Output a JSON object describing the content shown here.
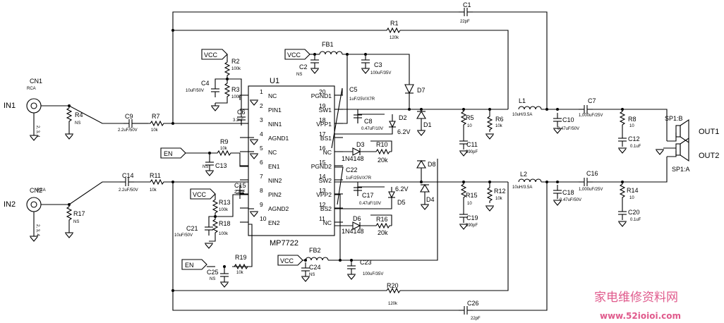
{
  "ic": {
    "ref": "U1",
    "part": "MP7722",
    "left_pins": [
      {
        "num": "1",
        "name": "NC"
      },
      {
        "num": "2",
        "name": "PIN1"
      },
      {
        "num": "3",
        "name": "NIN1"
      },
      {
        "num": "4",
        "name": "AGND1"
      },
      {
        "num": "5",
        "name": "NC"
      },
      {
        "num": "6",
        "name": "EN1"
      },
      {
        "num": "7",
        "name": "NIN2"
      },
      {
        "num": "8",
        "name": "PIN2"
      },
      {
        "num": "9",
        "name": "AGND2"
      },
      {
        "num": "10",
        "name": "EN2"
      }
    ],
    "right_pins": [
      {
        "num": "20",
        "name": "PGND1"
      },
      {
        "num": "19",
        "name": "SW1"
      },
      {
        "num": "18",
        "name": "VPP1"
      },
      {
        "num": "17",
        "name": "BS1"
      },
      {
        "num": "16",
        "name": "NC"
      },
      {
        "num": "15",
        "name": "PGND2"
      },
      {
        "num": "14",
        "name": "SW2"
      },
      {
        "num": "13",
        "name": "VPP2"
      },
      {
        "num": "12",
        "name": "BS2"
      },
      {
        "num": "11",
        "name": "NC"
      }
    ]
  },
  "connectors": {
    "cn1": {
      "ref": "CN1",
      "type": "RCA",
      "net": "IN1",
      "pins": "2, 3, 4"
    },
    "cn2": {
      "ref": "CN2",
      "type": "RCA",
      "net": "IN2",
      "pins": "2, 3, 4"
    },
    "sp": {
      "ref_b": "SP1:B",
      "ref_a": "SP1:A",
      "out1": "OUT1",
      "out2": "OUT2"
    }
  },
  "nets": {
    "vcc": "VCC",
    "en": "EN"
  },
  "parts": {
    "C1": {
      "ref": "C1",
      "value": "22pF"
    },
    "R1": {
      "ref": "R1",
      "value": "120k"
    },
    "R2": {
      "ref": "R2",
      "value": "100k"
    },
    "R3": {
      "ref": "R3",
      "value": "100k"
    },
    "C4": {
      "ref": "C4",
      "value": "10uF/50V"
    },
    "C6": {
      "ref": "C6",
      "value": "3.3nF"
    },
    "R4": {
      "ref": "R4",
      "value": "NS"
    },
    "C9": {
      "ref": "C9",
      "value": "2.2uF/50V"
    },
    "R7": {
      "ref": "R7",
      "value": "10k"
    },
    "R9": {
      "ref": "R9",
      "value": "10k"
    },
    "C13": {
      "ref": "C13",
      "value": "NS"
    },
    "FB1": {
      "ref": "FB1",
      "value": ""
    },
    "C2": {
      "ref": "C2",
      "value": "NS"
    },
    "C3": {
      "ref": "C3",
      "value": "100uF/35V"
    },
    "C5": {
      "ref": "C5",
      "value": "1uF/25V/X7R"
    },
    "D7": {
      "ref": "D7",
      "value": ""
    },
    "C8": {
      "ref": "C8",
      "value": "0.47uF/10V"
    },
    "D2": {
      "ref": "D2",
      "value": "6.2V"
    },
    "D1": {
      "ref": "D1",
      "value": ""
    },
    "D3": {
      "ref": "D3",
      "value": "1N4148"
    },
    "R10": {
      "ref": "R10",
      "value": "20k"
    },
    "C22": {
      "ref": "C22",
      "value": "1uF/25V/X7R"
    },
    "D8": {
      "ref": "D8",
      "value": ""
    },
    "C17": {
      "ref": "C17",
      "value": "0.47uF/10V"
    },
    "D5": {
      "ref": "D5",
      "value": "6.2V"
    },
    "D4": {
      "ref": "D4",
      "value": ""
    },
    "D6": {
      "ref": "D6",
      "value": "1N4148"
    },
    "R16": {
      "ref": "R16",
      "value": "20k"
    },
    "L1": {
      "ref": "L1",
      "value": "10uH/3.5A"
    },
    "L2": {
      "ref": "L2",
      "value": "10uH/3.5A"
    },
    "R5": {
      "ref": "R5",
      "value": "10"
    },
    "R6": {
      "ref": "R6",
      "value": "10k"
    },
    "C11": {
      "ref": "C11",
      "value": "390pF"
    },
    "C10": {
      "ref": "C10",
      "value": "0.47uF/50V"
    },
    "C7": {
      "ref": "C7",
      "value": "1,000uF/25V"
    },
    "R8": {
      "ref": "R8",
      "value": "10"
    },
    "C12": {
      "ref": "C12",
      "value": "0.1uF"
    },
    "C14": {
      "ref": "C14",
      "value": "2.2uF/50V"
    },
    "R11": {
      "ref": "R11",
      "value": "10k"
    },
    "R17": {
      "ref": "R17",
      "value": "NS"
    },
    "C15": {
      "ref": "C15",
      "value": "2.7nF"
    },
    "R13": {
      "ref": "R13",
      "value": "100k"
    },
    "R18": {
      "ref": "R18",
      "value": "100k"
    },
    "C21": {
      "ref": "C21",
      "value": "10uF/50V"
    },
    "R19": {
      "ref": "R19",
      "value": "10k"
    },
    "C25": {
      "ref": "C25",
      "value": "NS"
    },
    "FB2": {
      "ref": "FB2",
      "value": ""
    },
    "C24": {
      "ref": "C24",
      "value": "NS"
    },
    "C23": {
      "ref": "C23",
      "value": "100uF/35V"
    },
    "R15": {
      "ref": "R15",
      "value": "10"
    },
    "R12": {
      "ref": "R12",
      "value": "10k"
    },
    "C19": {
      "ref": "C19",
      "value": "390pF"
    },
    "C18": {
      "ref": "C18",
      "value": "0.47uF/50V"
    },
    "C16": {
      "ref": "C16",
      "value": "1,000uF/25V"
    },
    "R14": {
      "ref": "R14",
      "value": "10"
    },
    "C20": {
      "ref": "C20",
      "value": "0.1uF"
    },
    "R20": {
      "ref": "R20",
      "value": "120k"
    },
    "C26": {
      "ref": "C26",
      "value": "22pF"
    }
  },
  "watermark": {
    "title": "家电维修资料网",
    "url": "www.52ioioi.com"
  }
}
